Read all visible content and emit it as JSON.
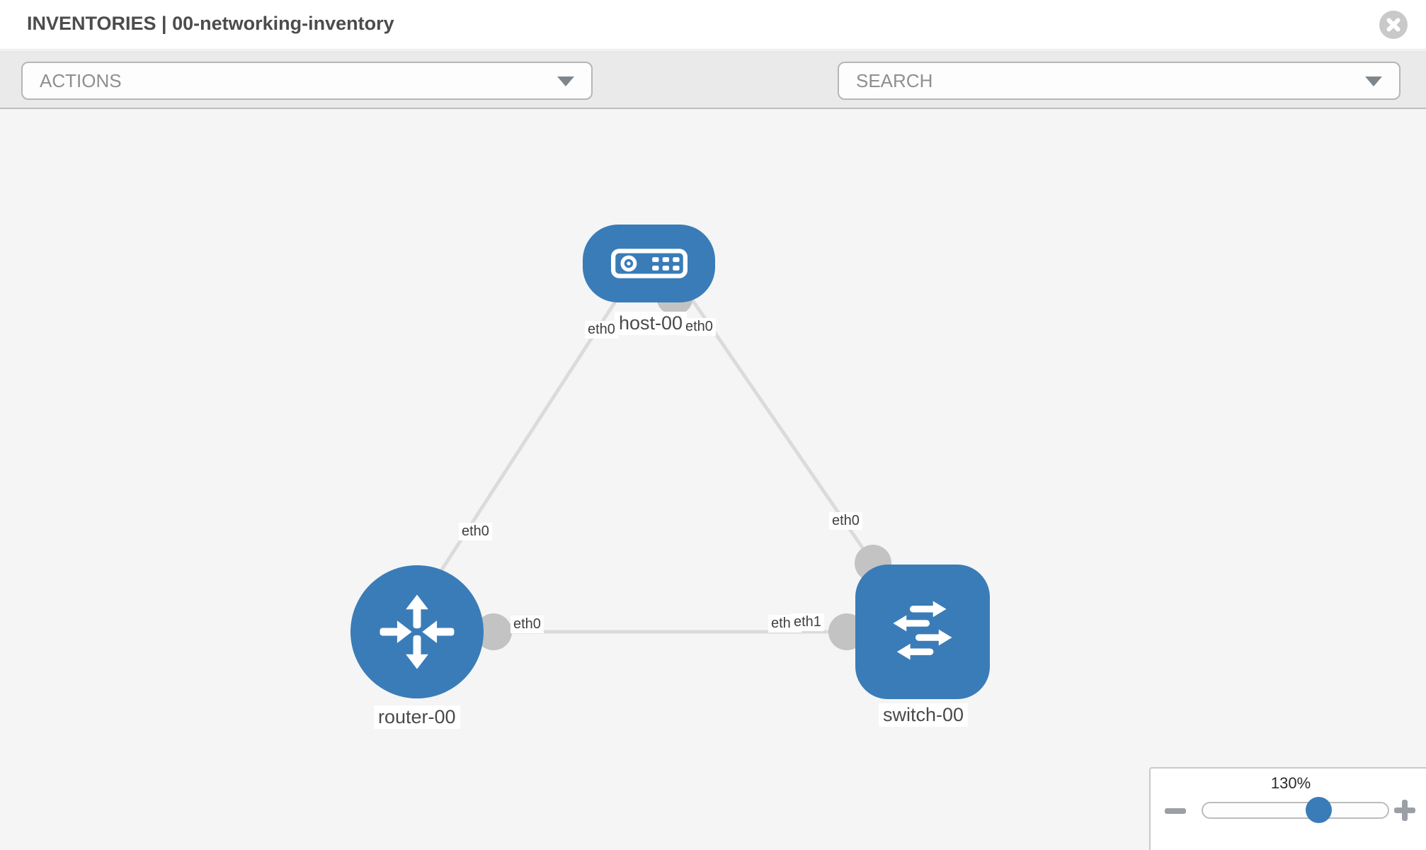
{
  "header": {
    "title": "INVENTORIES | 00-networking-inventory",
    "close_icon": "times-circle"
  },
  "toolbar": {
    "actions_placeholder": "ACTIONS",
    "search_placeholder": "SEARCH",
    "icons": [
      "wrench-icon",
      "key-icon",
      "caret-down-icon"
    ]
  },
  "diagram": {
    "nodes": [
      {
        "id": "host-00",
        "type": "host",
        "label": "host-00"
      },
      {
        "id": "router-00",
        "type": "router",
        "label": "router-00"
      },
      {
        "id": "switch-00",
        "type": "switch",
        "label": "switch-00"
      }
    ],
    "links": [
      {
        "from": "host-00",
        "to": "router-00"
      },
      {
        "from": "host-00",
        "to": "switch-00"
      },
      {
        "from": "router-00",
        "to": "switch-00"
      }
    ],
    "interface_labels": [
      {
        "text": "eth0",
        "link": "host-00 - router-00",
        "end": "host-00"
      },
      {
        "text": "eth0",
        "link": "host-00 - switch-00",
        "end": "host-00"
      },
      {
        "text": "eth0",
        "link": "host-00 - router-00",
        "end": "router-00"
      },
      {
        "text": "eth0",
        "link": "host-00 - switch-00",
        "end": "switch-00"
      },
      {
        "text": "eth0",
        "link": "router-00 - switch-00",
        "end": "router-00"
      },
      {
        "text": "eth0",
        "link": "router-00 - switch-00",
        "end": "switch-00"
      },
      {
        "text": "eth1",
        "link": "router-00 - switch-00",
        "end": "switch-00"
      }
    ]
  },
  "zoom_control": {
    "level": "130%",
    "minus_icon": "minus",
    "plus_icon": "plus"
  },
  "colors": {
    "node_blue": "#3a7cb8",
    "link_gray": "#dbdbdb",
    "interface_gray": "#c3c3c3",
    "canvas_bg": "#f5f5f5",
    "toolbar_bg": "#eaeaea",
    "label_text": "#4a4a4a"
  }
}
